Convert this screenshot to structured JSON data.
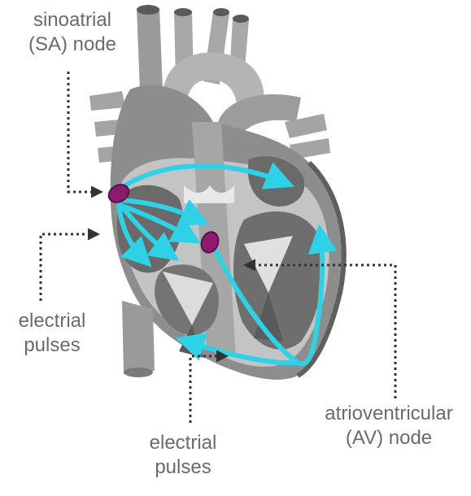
{
  "labels": {
    "sa_node": {
      "line1": "sinoatrial",
      "line2": "(SA) node"
    },
    "pulses_left": {
      "line1": "electrial",
      "line2": "pulses"
    },
    "pulses_bottom": {
      "line1": "electrial",
      "line2": "pulses"
    },
    "av_node": {
      "line1": "atrioventricular",
      "line2": "(AV) node"
    }
  },
  "colors": {
    "pulse_arrow": "#2ed1e6",
    "node": "#8c1a6f",
    "heart_dark": "#5f5f5f",
    "heart_mid": "#8d8d8d",
    "heart_light": "#c4c4c4",
    "label_text": "#6b6b6b",
    "leader_line": "#333333"
  }
}
